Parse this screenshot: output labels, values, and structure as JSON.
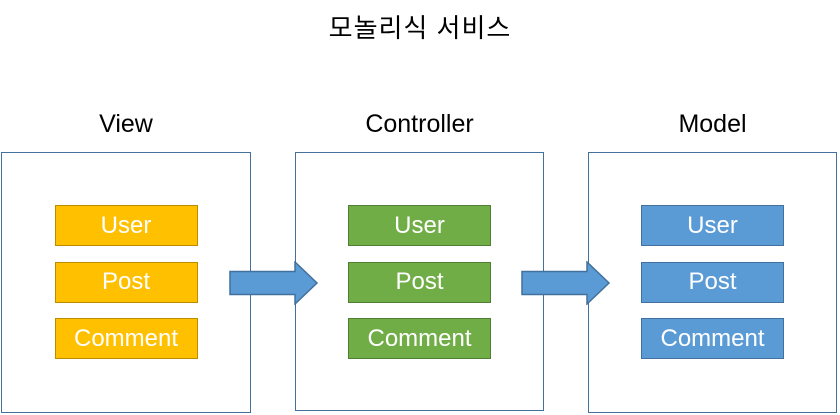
{
  "title": "모놀리식 서비스",
  "sections": [
    {
      "label": "View",
      "items": [
        "User",
        "Post",
        "Comment"
      ],
      "item_fill": "#FFC000",
      "item_border": "#BC8C00"
    },
    {
      "label": "Controller",
      "items": [
        "User",
        "Post",
        "Comment"
      ],
      "item_fill": "#70AD47",
      "item_border": "#507E32"
    },
    {
      "label": "Model",
      "items": [
        "User",
        "Post",
        "Comment"
      ],
      "item_fill": "#5B9BD5",
      "item_border": "#41719C"
    }
  ],
  "arrows": {
    "direction": "right",
    "fill": "#5B9BD5",
    "border": "#41719C",
    "connections": [
      "View to Controller",
      "Controller to Model"
    ]
  },
  "canvas": {
    "background": "#FFFFFF",
    "panel_border": "#41719C",
    "text_color": "#000000",
    "item_text_color": "#FFFFFF"
  }
}
